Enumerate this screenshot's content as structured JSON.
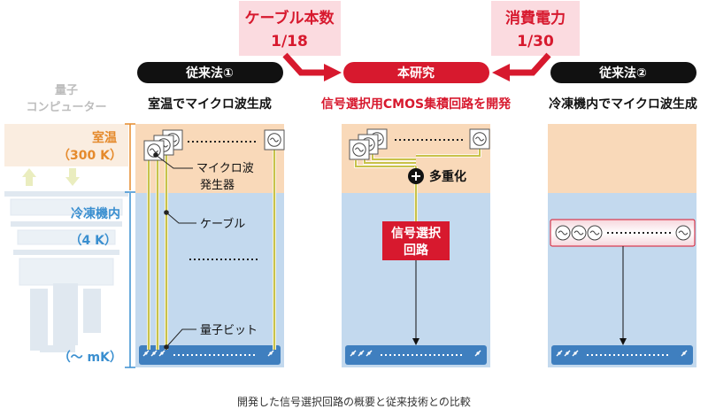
{
  "callouts": {
    "cables": {
      "title": "ケーブル本数",
      "value": "1/18"
    },
    "power": {
      "title": "消費電力",
      "value": "1/30"
    }
  },
  "headers": {
    "conventional1": "従来法①",
    "this_study": "本研究",
    "conventional2": "従来法②"
  },
  "subtitles": {
    "conventional1": "室温でマイクロ波生成",
    "this_study": "信号選択用CMOS集積回路を開発",
    "conventional2": "冷凍機内でマイクロ波生成"
  },
  "left_axis": {
    "computer_label_line1": "量子",
    "computer_label_line2": "コンピューター",
    "room_temp": "室温",
    "room_temp_value": "（300 K）",
    "fridge": "冷凍機内",
    "fridge_value": "（4 K）",
    "millikelvin": "（～ mK）"
  },
  "annotations": {
    "microwave_gen_line1": "マイクロ波",
    "microwave_gen_line2": "発生器",
    "cable": "ケーブル",
    "qubit": "量子ビット",
    "multiplex": "多重化",
    "selector_line1": "信号選択",
    "selector_line2": "回路"
  },
  "caption": "開発した信号選択回路の概要と従来技術との比較",
  "colors": {
    "accent_red": "#d7192e",
    "room_temp_bg": "#f9d9b9",
    "fridge_bg": "#c3d9ee",
    "qubit_bar": "#3f7fbf",
    "cable": "#c8c24a",
    "callout_bg": "#fbdbe0",
    "axis_blue": "#3a8fd0",
    "axis_orange": "#e58a2c"
  }
}
